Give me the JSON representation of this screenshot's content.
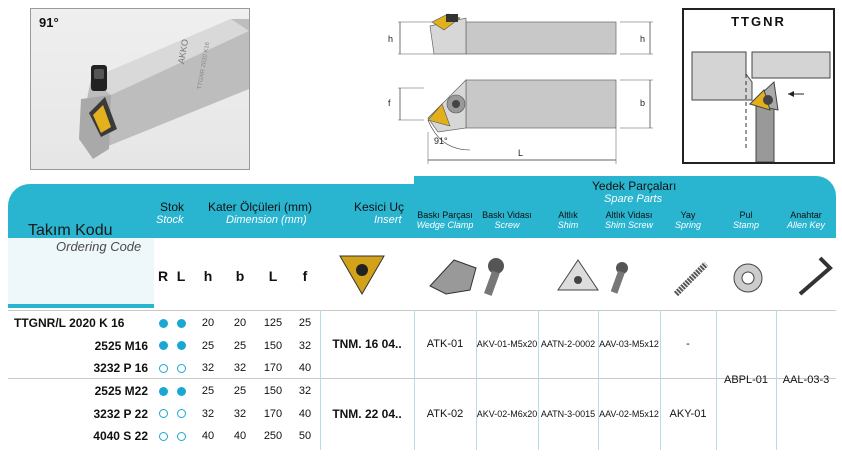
{
  "photo": {
    "angle": "91°",
    "engraving": "AKKO",
    "model_engraving": "TTGNR 2020 K16"
  },
  "schematic": {
    "h": "h",
    "f": "f",
    "b": "b",
    "L": "L",
    "angle": "91°"
  },
  "ttgnr_box": {
    "title": "TTGNR"
  },
  "table": {
    "tool_code": {
      "tr": "Takım Kodu",
      "en": "Ordering Code"
    },
    "stock": {
      "tr": "Stok",
      "en": "Stock",
      "cols": [
        "R",
        "L"
      ]
    },
    "dimensions": {
      "tr": "Kater Ölçüleri (mm)",
      "en": "Dimension (mm)",
      "cols": [
        "h",
        "b",
        "L",
        "f"
      ]
    },
    "insert": {
      "tr": "Kesici Uç",
      "en": "Insert"
    },
    "spare_parts": {
      "tr": "Yedek Parçaları",
      "en": "Spare Parts"
    },
    "parts": [
      {
        "tr": "Baskı Parçası",
        "en": "Wedge Clamp"
      },
      {
        "tr": "Baskı Vidası",
        "en": "Screw"
      },
      {
        "tr": "Altlık",
        "en": "Shim"
      },
      {
        "tr": "Altlık Vidası",
        "en": "Shim Screw"
      },
      {
        "tr": "Yay",
        "en": "Spring"
      },
      {
        "tr": "Pul",
        "en": "Stamp"
      },
      {
        "tr": "Anahtar",
        "en": "Allen Key"
      }
    ],
    "rows": [
      {
        "code": "TTGNR/L 2020 K 16",
        "stock_r": "filled",
        "stock_l": "filled",
        "h": "20",
        "b": "20",
        "L": "125",
        "f": "25"
      },
      {
        "code": "2525 M16",
        "stock_r": "filled",
        "stock_l": "filled",
        "h": "25",
        "b": "25",
        "L": "150",
        "f": "32"
      },
      {
        "code": "3232 P 16",
        "stock_r": "empty",
        "stock_l": "empty",
        "h": "32",
        "b": "32",
        "L": "170",
        "f": "40"
      },
      {
        "code": "2525 M22",
        "stock_r": "filled",
        "stock_l": "filled",
        "h": "25",
        "b": "25",
        "L": "150",
        "f": "32"
      },
      {
        "code": "3232 P 22",
        "stock_r": "empty",
        "stock_l": "empty",
        "h": "32",
        "b": "32",
        "L": "170",
        "f": "40"
      },
      {
        "code": "4040 S 22",
        "stock_r": "empty",
        "stock_l": "empty",
        "h": "40",
        "b": "40",
        "L": "250",
        "f": "50"
      }
    ],
    "groups": [
      {
        "insert": "TNM. 16 04..",
        "wedge": "ATK-01",
        "screw": "AKV-01-M5x20",
        "shim": "AATN-2-0002",
        "shim_screw": "AAV-03-M5x12",
        "spring": "-"
      },
      {
        "insert": "TNM. 22 04..",
        "wedge": "ATK-02",
        "screw": "AKV-02-M6x20",
        "shim": "AATN-3-0015",
        "shim_screw": "AAV-02-M5x12",
        "spring": "AKY-01"
      }
    ],
    "stamp": "ABPL-01",
    "allen_key": "AAL-03-3"
  },
  "colors": {
    "header": "#29b4cf",
    "header_dark": "#0e7fa8",
    "stock_dot": "#18a8d2",
    "insert_gold": "#d1a21a"
  }
}
